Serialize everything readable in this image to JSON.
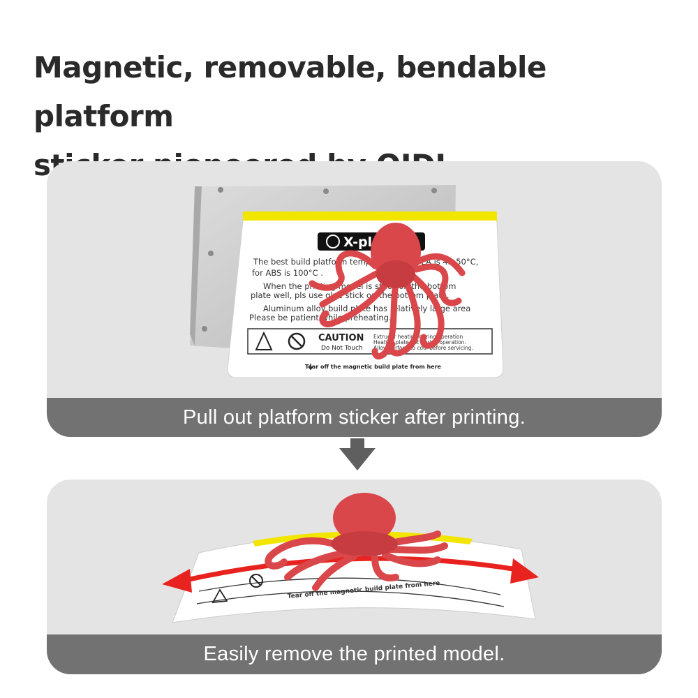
{
  "headline": {
    "line1": "Magnetic, removable, bendable platform",
    "line2": "sticker pioneered by QIDI"
  },
  "step1": {
    "caption": "Pull out platform sticker after printing.",
    "sticker": {
      "brand": "X-plus",
      "line1": "The best build platform temperature for PLA is 45-50°C,",
      "line2": "for ABS is 100°C .",
      "line3": "When the printing model is stuck on the bottom",
      "line4": "plate well, pls use glue stick on the bottom plate.",
      "line5": "Aluminum alloy build plate has relatively large area",
      "line6": "Please be patient while preheating.",
      "caution_title": "CAUTION",
      "caution_sub": "Do Not Touch",
      "caution_note1": "Extruder heating during operation",
      "caution_note2": "Heating plate hot during operation.",
      "caution_note3": "Allow surface to cool before servicing.",
      "tear_text": "Tear off the magnetic build plate from here"
    }
  },
  "step2": {
    "caption": "Easily remove the printed model.",
    "tear_text": "Tear off the magnetic build plate from here"
  },
  "colors": {
    "panel_bg": "#e4e4e4",
    "caption_bg": "#727272",
    "accent_yellow": "#f2e600",
    "model_red": "#d9474a",
    "arrow_red": "#e8231f",
    "arrow_gray": "#5f5f5f"
  },
  "icons": [
    "hot-surface-icon",
    "no-touch-icon",
    "down-arrow-icon",
    "left-right-arrow-icon"
  ]
}
